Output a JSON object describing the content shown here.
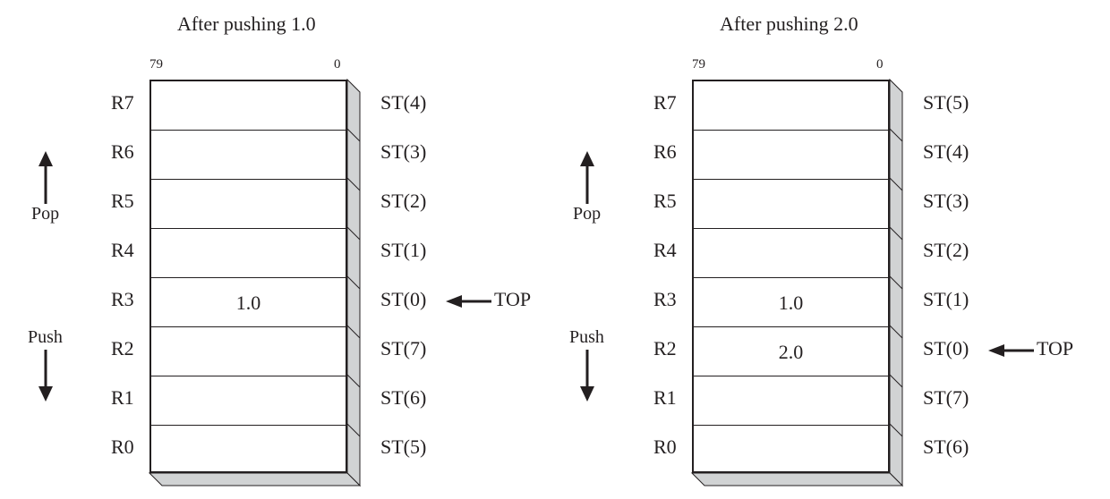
{
  "panels": [
    {
      "title": "After pushing 1.0",
      "bit_high": "79",
      "bit_low": "0",
      "pop_label": "Pop",
      "push_label": "Push",
      "top_label": "TOP",
      "top_row_index": 4,
      "rows": [
        {
          "register": "R7",
          "value": "",
          "st": "ST(4)"
        },
        {
          "register": "R6",
          "value": "",
          "st": "ST(3)"
        },
        {
          "register": "R5",
          "value": "",
          "st": "ST(2)"
        },
        {
          "register": "R4",
          "value": "",
          "st": "ST(1)"
        },
        {
          "register": "R3",
          "value": "1.0",
          "st": "ST(0)"
        },
        {
          "register": "R2",
          "value": "",
          "st": "ST(7)"
        },
        {
          "register": "R1",
          "value": "",
          "st": "ST(6)"
        },
        {
          "register": "R0",
          "value": "",
          "st": "ST(5)"
        }
      ]
    },
    {
      "title": "After pushing 2.0",
      "bit_high": "79",
      "bit_low": "0",
      "pop_label": "Pop",
      "push_label": "Push",
      "top_label": "TOP",
      "top_row_index": 5,
      "rows": [
        {
          "register": "R7",
          "value": "",
          "st": "ST(5)"
        },
        {
          "register": "R6",
          "value": "",
          "st": "ST(4)"
        },
        {
          "register": "R5",
          "value": "",
          "st": "ST(3)"
        },
        {
          "register": "R4",
          "value": "",
          "st": "ST(2)"
        },
        {
          "register": "R3",
          "value": "1.0",
          "st": "ST(1)"
        },
        {
          "register": "R2",
          "value": "2.0",
          "st": "ST(0)"
        },
        {
          "register": "R1",
          "value": "",
          "st": "ST(7)"
        },
        {
          "register": "R0",
          "value": "",
          "st": "ST(6)"
        }
      ]
    }
  ],
  "colors": {
    "ink": "#231f20",
    "shadow": "#d1d3d4"
  }
}
